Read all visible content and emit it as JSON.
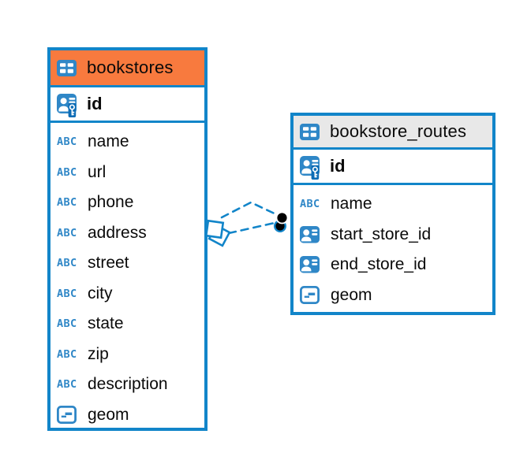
{
  "colors": {
    "accent": "#1285C9",
    "icon_blue": "#2F87C7",
    "key_badge_blue": "#0D6CB5",
    "selected_header_orange": "#F87A3E",
    "header_gray": "#E8E8E8",
    "text": "#0A0A0A",
    "marker_black": "#000000"
  },
  "tables": [
    {
      "title": "bookstores",
      "header_bg": "#F87A3E",
      "header_icon": "table-icon",
      "primary_key": {
        "name": "id",
        "icon": "primary-key-icon"
      },
      "columns": [
        {
          "name": "name",
          "icon": "text-type-icon"
        },
        {
          "name": "url",
          "icon": "text-type-icon"
        },
        {
          "name": "phone",
          "icon": "text-type-icon"
        },
        {
          "name": "address",
          "icon": "text-type-icon"
        },
        {
          "name": "street",
          "icon": "text-type-icon"
        },
        {
          "name": "city",
          "icon": "text-type-icon"
        },
        {
          "name": "state",
          "icon": "text-type-icon"
        },
        {
          "name": "zip",
          "icon": "text-type-icon"
        },
        {
          "name": "description",
          "icon": "text-type-icon"
        },
        {
          "name": "geom",
          "icon": "geometry-type-icon"
        }
      ]
    },
    {
      "title": "bookstore_routes",
      "header_bg": "#E8E8E8",
      "header_icon": "table-icon",
      "primary_key": {
        "name": "id",
        "icon": "primary-key-icon"
      },
      "columns": [
        {
          "name": "name",
          "icon": "text-type-icon"
        },
        {
          "name": "start_store_id",
          "icon": "foreign-key-icon"
        },
        {
          "name": "end_store_id",
          "icon": "foreign-key-icon"
        },
        {
          "name": "geom",
          "icon": "geometry-type-icon"
        }
      ]
    }
  ],
  "relationship": {
    "source_table": "bookstores",
    "target_table": "bookstore_routes",
    "line_style": "dashed",
    "line_color": "#1285C9",
    "line_count": 2,
    "source_marker": "double-diamond",
    "target_marker": "double-dot"
  }
}
